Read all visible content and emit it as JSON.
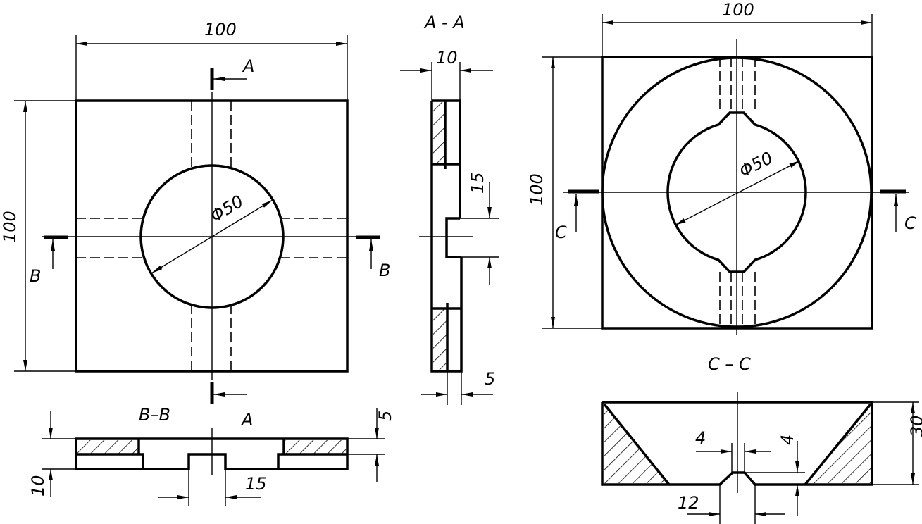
{
  "front_view": {
    "width_dim": "100",
    "height_dim": "100",
    "diameter_dim": "Φ50",
    "section_a_top": "A",
    "section_a_bottom": "A",
    "section_b_left": "B",
    "section_b_right": "B"
  },
  "section_bb": {
    "title": "B–B",
    "thickness_dim": "10",
    "depth_dim": "5",
    "slot_dim": "15"
  },
  "section_aa": {
    "title": "A - A",
    "thickness_dim": "10",
    "slot_dim": "15",
    "depth_dim": "5"
  },
  "right_view": {
    "width_dim": "100",
    "height_dim": "100",
    "diameter_dim": "Φ50",
    "section_c_left": "C",
    "section_c_right": "C"
  },
  "section_cc": {
    "title": "C – C",
    "height_dim": "30",
    "slot_width_dim": "4",
    "slot_depth_dim": "4",
    "slot_opening_dim": "12"
  }
}
